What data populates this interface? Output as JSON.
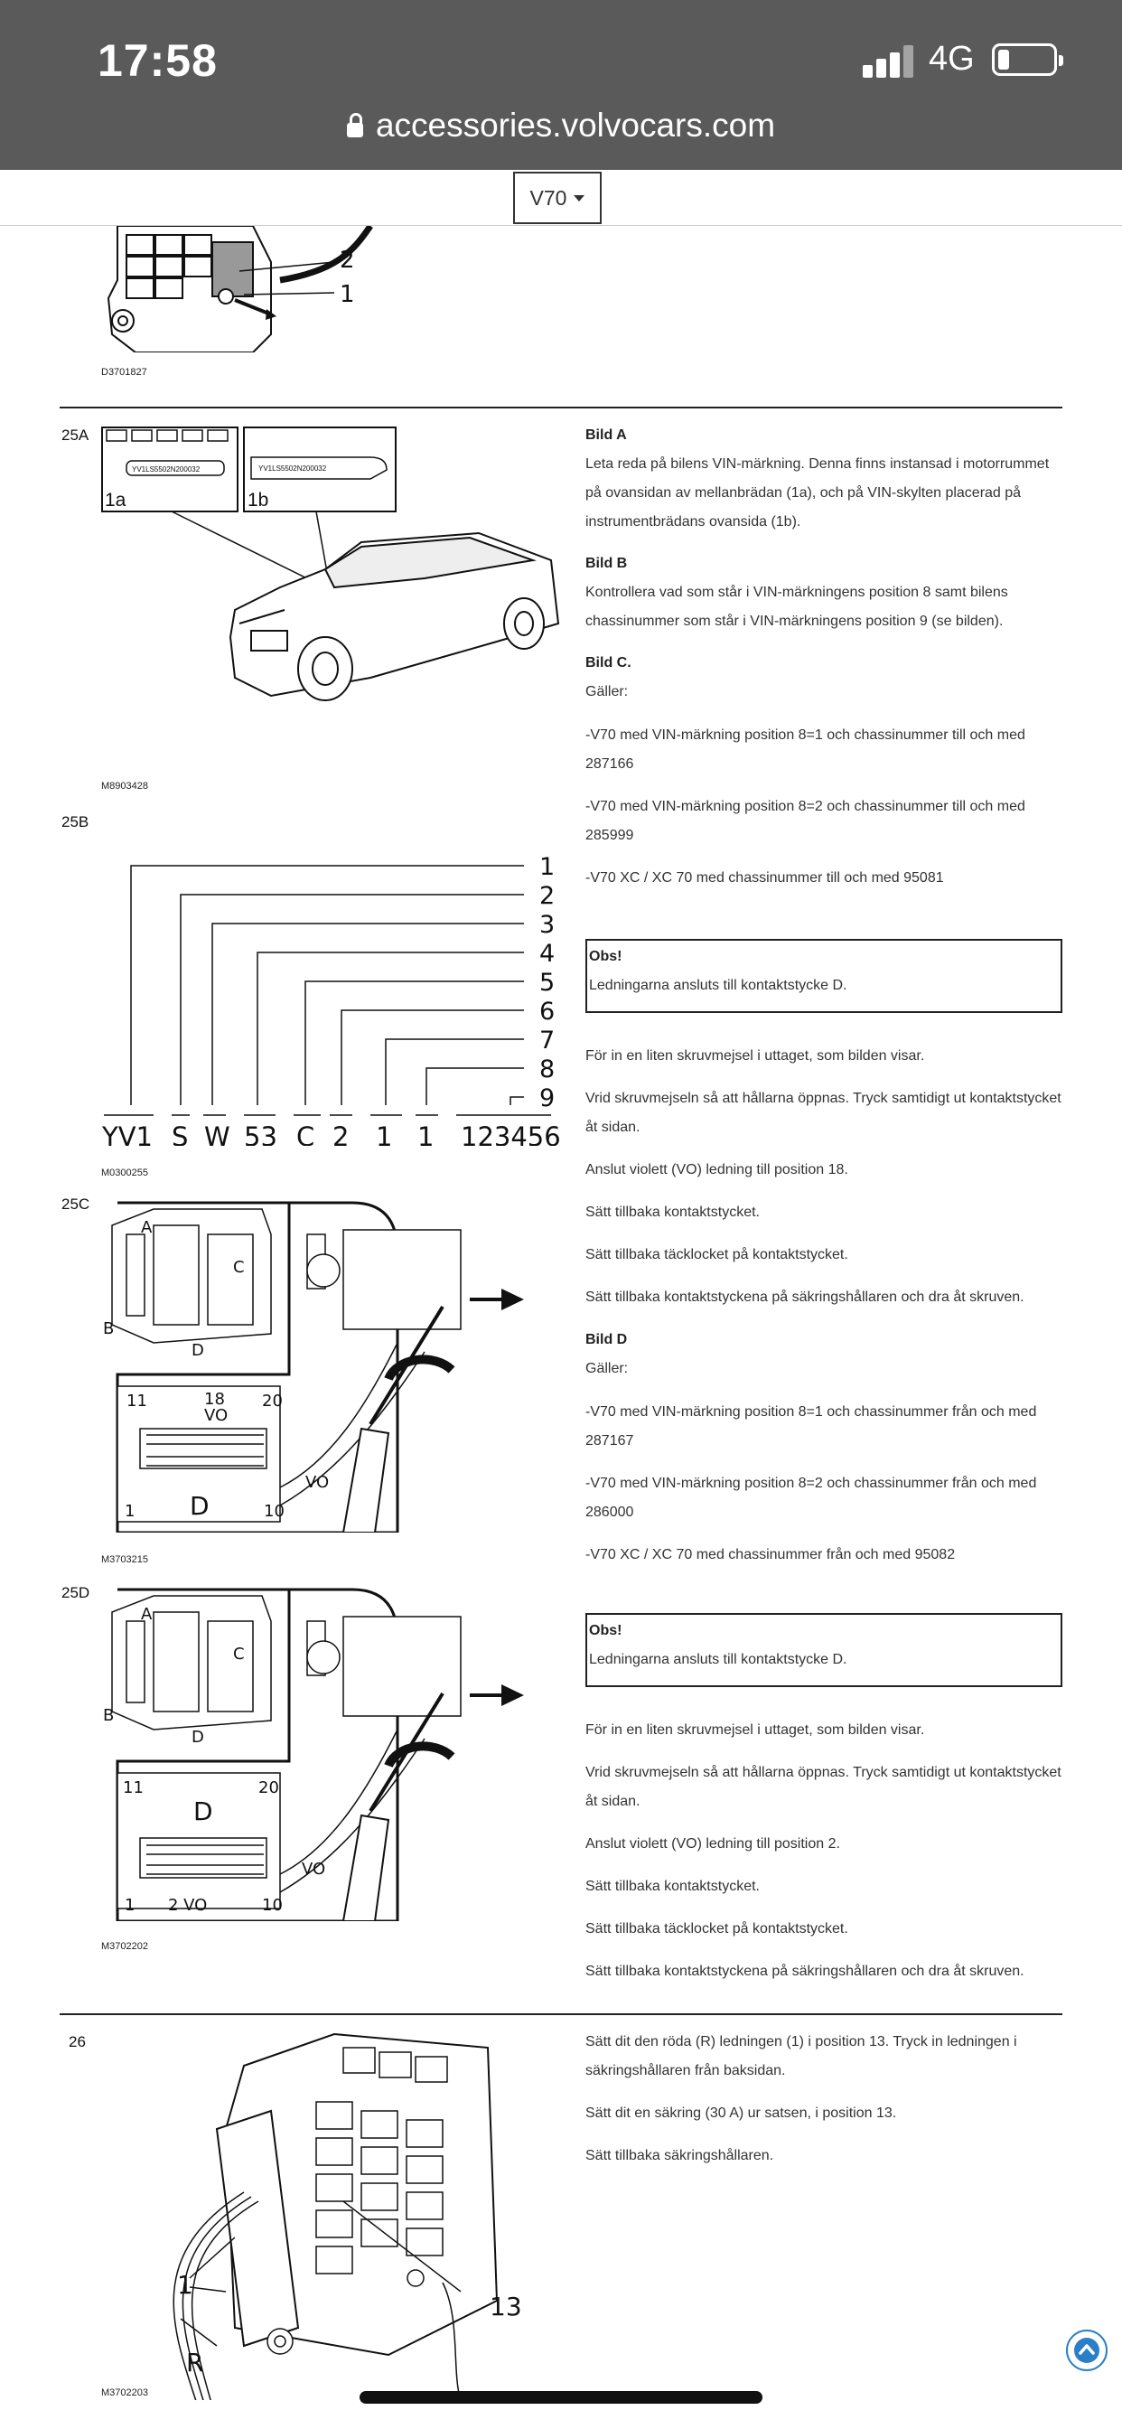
{
  "status": {
    "time": "17:58",
    "network": "4G",
    "url": "accessories.volvocars.com"
  },
  "selector": {
    "value": "V70"
  },
  "sections": {
    "s_top": {
      "code": "D3701827",
      "callouts": [
        "2",
        "1"
      ]
    },
    "s25a": {
      "num": "25A",
      "code": "M8903428",
      "vin_left": "YV1LS5502N200032",
      "vin_right": "YV1LS5502N200032",
      "label_1a": "1a",
      "label_1b": "1b",
      "bildA_title": "Bild A",
      "bildA_text": "Leta reda på bilens VIN-märkning. Denna finns instansad i motorrummet på ovansidan av mellanbrädan (1a), och på VIN-skylten placerad på instrumentbrädans ovansida (1b).",
      "bildB_title": "Bild B",
      "bildB_text": "Kontrollera vad som står i VIN-märkningens position 8 samt bilens chassinummer som står i VIN-märkningens position 9 (se bilden).",
      "bildC_title": "Bild C.",
      "bildC_galler": "Gäller:",
      "bildC_items": [
        "-V70 med VIN-märkning position 8=1 och chassinummer till och med 287166",
        "-V70 med VIN-märkning position 8=2 och chassinummer till och med 285999",
        "-V70 XC / XC 70 med chassinummer till och med 95081"
      ]
    },
    "s25b": {
      "num": "25B",
      "code": "M0300255",
      "positions": [
        "1",
        "2",
        "3",
        "4",
        "5",
        "6",
        "7",
        "8",
        "9"
      ],
      "vin_parts": [
        "YV1",
        "S",
        "W",
        "53",
        "C",
        "2",
        "1",
        "1",
        "123456"
      ],
      "obs_title": "Obs!",
      "obs_text": "Ledningarna ansluts till kontaktstycke D."
    },
    "s25c": {
      "num": "25C",
      "code": "M3703215",
      "labels": {
        "a": "A",
        "b": "B",
        "c": "C",
        "d": "D",
        "d_big": "D",
        "n11": "11",
        "n18": "18",
        "vo": "VO",
        "n20": "20",
        "n1": "1",
        "n10": "10",
        "vo_wire": "VO"
      },
      "steps": [
        "För in en liten skruvmejsel i uttaget, som bilden visar.",
        "Vrid skruvmejseln så att hållarna öppnas. Tryck samtidigt ut kontaktstycket åt sidan.",
        "Anslut violett (VO) ledning till position 18.",
        "Sätt tillbaka kontaktstycket.",
        "Sätt tillbaka täcklocket på kontaktstycket.",
        "Sätt tillbaka kontaktstyckena på säkringshållaren och dra åt skruven."
      ],
      "bildD_title": "Bild D",
      "bildD_galler": "Gäller:",
      "bildD_items": [
        "-V70 med VIN-märkning position 8=1 och chassinummer från och med 287167",
        "-V70 med VIN-märkning position 8=2 och chassinummer från och med 286000",
        "-V70 XC / XC 70 med chassinummer från och med 95082"
      ]
    },
    "s25d": {
      "num": "25D",
      "code": "M3702202",
      "labels": {
        "a": "A",
        "b": "B",
        "c": "C",
        "d": "D",
        "d_big": "D",
        "n11": "11",
        "n20": "20",
        "n1": "1",
        "n2vo": "2 VO",
        "n10": "10",
        "vo_wire": "VO"
      },
      "obs_title": "Obs!",
      "obs_text": "Ledningarna ansluts till kontaktstycke D.",
      "steps": [
        "För in en liten skruvmejsel i uttaget, som bilden visar.",
        "Vrid skruvmejseln så att hållarna öppnas. Tryck samtidigt ut kontaktstycket åt sidan.",
        "Anslut violett (VO) ledning till position 2.",
        "Sätt tillbaka kontaktstycket.",
        "Sätt tillbaka täcklocket på kontaktstycket.",
        "Sätt tillbaka kontaktstyckena på säkringshållaren och dra åt skruven."
      ]
    },
    "s26": {
      "num": "26",
      "code": "M3702203",
      "labels": {
        "n1": "1",
        "r": "R",
        "n13": "13"
      },
      "steps": [
        "Sätt dit den röda (R) ledningen (1) i position 13. Tryck in ledningen i säkringshållaren från baksidan.",
        "Sätt dit en säkring (30 A) ur satsen, i position 13.",
        "Sätt tillbaka säkringshållaren."
      ]
    }
  },
  "icons": {
    "lock": "lock-icon",
    "scroll_top": "arrow-up-circle-icon",
    "caret": "caret-down-icon"
  }
}
